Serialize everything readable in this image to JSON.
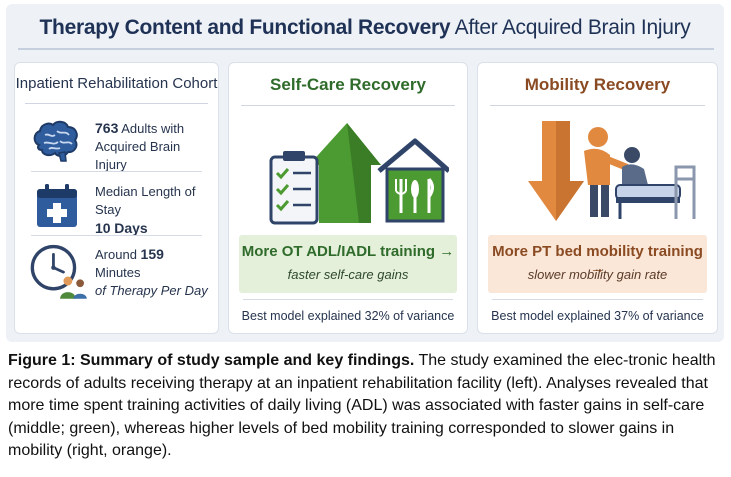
{
  "figure": {
    "title_bold": "Therapy Content and Functional Recovery",
    "title_rest": "After Acquired Brain Injury",
    "cohort_panel": {
      "title": "Inpatient Rehabilitation Cohort",
      "stats": [
        {
          "icon": "brain-icon",
          "value": "763",
          "line1_rest": "Adults with",
          "line2": "Acquired Brain Injury"
        },
        {
          "icon": "hospital-calendar-icon",
          "line1": "Median Length of Stay",
          "value": "10",
          "line2_rest": "Days"
        },
        {
          "icon": "clock-therapy-icon",
          "line1_pre": "Around",
          "value": "159",
          "line1_rest": "Minutes",
          "line2": "of Therapy Per Day"
        }
      ]
    },
    "selfcare_panel": {
      "title": "Self-Care Recovery",
      "finding_bold": "More OT ADL/IADL training →",
      "finding_italic": "faster self-care gains",
      "variance": "Best model explained 32% of variance",
      "color": "#2f6b2a"
    },
    "mobility_panel": {
      "title": "Mobility Recovery",
      "finding_bold": "More PT bed mobility training →",
      "finding_italic": "slower mobility gain rate",
      "variance": "Best model explained 37% of variance",
      "color": "#8a4a22"
    }
  },
  "caption": {
    "bold": "Figure 1: Summary of study sample and key findings.",
    "text": " The study examined the elec-tronic health records of adults receiving therapy at an inpatient rehabilitation facility (left). Analyses revealed that more time spent training activities of daily living (ADL) was associated with faster gains in self-care (middle; green), whereas higher levels of bed mobility training corresponded to slower gains in mobility (right, orange)."
  }
}
